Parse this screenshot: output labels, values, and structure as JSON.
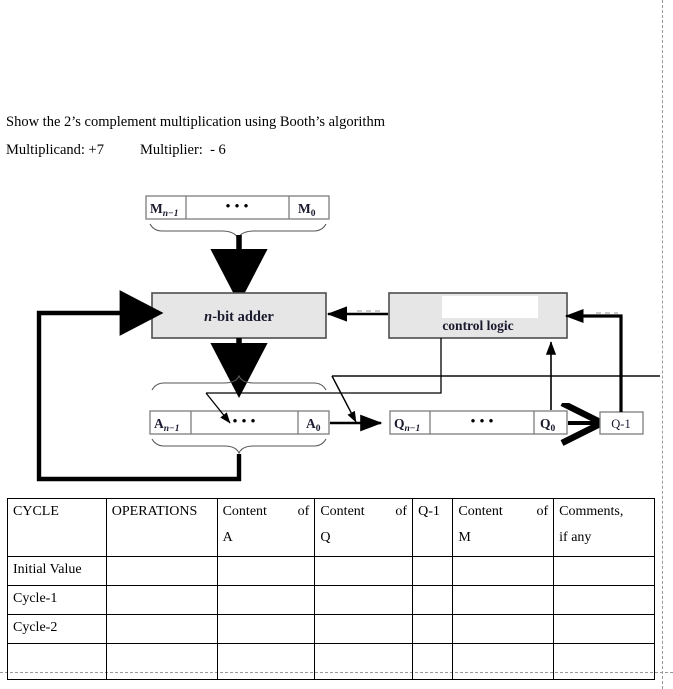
{
  "document": {
    "prompt_line1": "Show the 2’s complement multiplication using Booth’s algorithm",
    "prompt_multiplicand": "Multiplicand: +7",
    "prompt_multiplier": "Multiplier:  - 6"
  },
  "diagram": {
    "m_register": {
      "left_label": "M",
      "left_sub": "n−1",
      "dots": "•   •   •",
      "right_label": "M",
      "right_sub": "0"
    },
    "adder": {
      "label_italic": "n",
      "label_rest": "-bit adder"
    },
    "control_logic": {
      "label": "control logic",
      "masked_line": ""
    },
    "a_register": {
      "left_label": "A",
      "left_sub": "n−1",
      "dots": "•   •   •",
      "right_label": "A",
      "right_sub": "0"
    },
    "q_register": {
      "left_label": "Q",
      "left_sub": "n−1",
      "dots": "•   •   •",
      "right_label": "Q",
      "right_sub": "0"
    },
    "q_minus_one": {
      "label": "Q-1"
    },
    "colors": {
      "box_fill": "#e6e6e6",
      "box_stroke": "#4d4d4d",
      "register_stroke": "#808080",
      "line": "#000000",
      "margin_guide": "#9a9a9a"
    }
  },
  "table": {
    "headers": [
      {
        "line1": "CYCLE",
        "line2": "",
        "justify": false
      },
      {
        "line1": "OPERATIONS",
        "line2": "",
        "justify": false
      },
      {
        "line1": "Content    of",
        "line2": "A",
        "justify": true
      },
      {
        "line1": "Content    of",
        "line2": "Q",
        "justify": true
      },
      {
        "line1": "Q-1",
        "line2": "",
        "justify": false
      },
      {
        "line1": "Content    of",
        "line2": "M",
        "justify": true
      },
      {
        "line1": "Comments,",
        "line2": "if any",
        "justify": false
      }
    ],
    "rows": [
      {
        "label": "Initial Value",
        "cells": [
          "",
          "",
          "",
          "",
          "",
          ""
        ]
      },
      {
        "label": "Cycle-1",
        "cells": [
          "",
          "",
          "",
          "",
          "",
          ""
        ]
      },
      {
        "label": "Cycle-2",
        "cells": [
          "",
          "",
          "",
          "",
          "",
          ""
        ]
      },
      {
        "label": "",
        "cells": [
          "",
          "",
          "",
          "",
          "",
          ""
        ]
      }
    ]
  }
}
